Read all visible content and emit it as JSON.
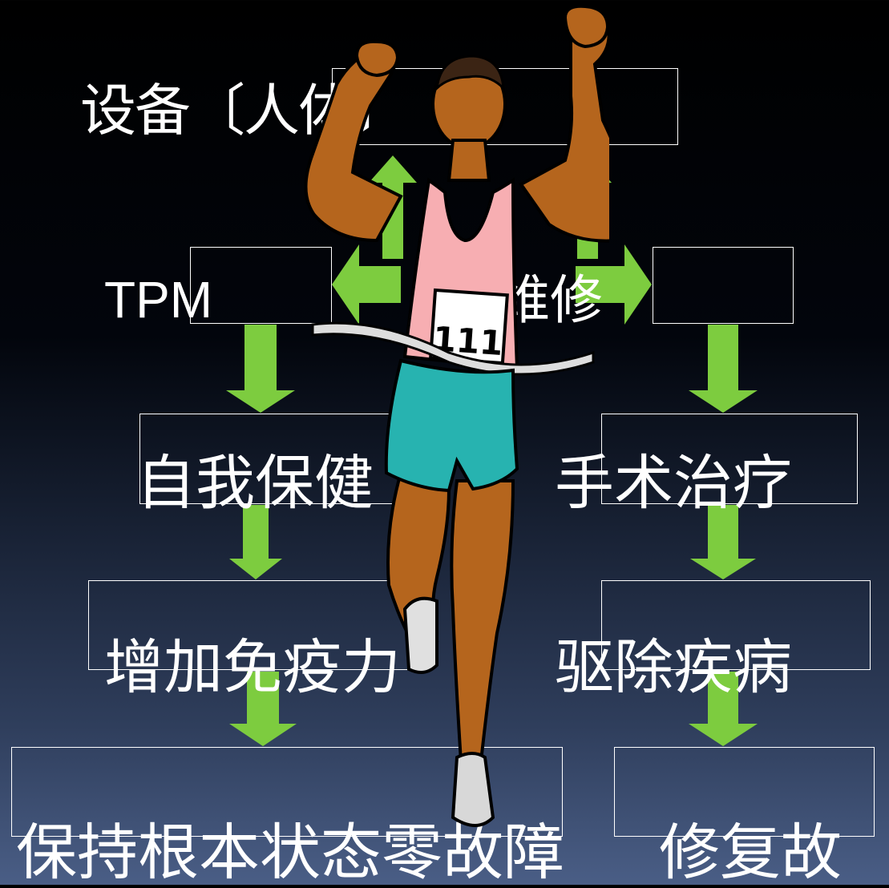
{
  "diagram": {
    "top_label": "设备〔人体〕",
    "tpm_label": "TPM",
    "repair_label": "维修",
    "left_column": {
      "self_care": "自我保健",
      "immunity": "增加免疫力",
      "zero_fault": "保持根本状态零故障"
    },
    "right_column": {
      "surgery": "手术治疗",
      "cure_disease": "驱除疾病",
      "repair_fault": "修复故"
    },
    "runner_bib": "111",
    "colors": {
      "arrow": "#7dcc3f",
      "box_border": "#ffffff",
      "text": "#ffffff",
      "shirt": "#f7aeb2",
      "shorts": "#27b3b0",
      "skin": "#b5651d"
    }
  }
}
